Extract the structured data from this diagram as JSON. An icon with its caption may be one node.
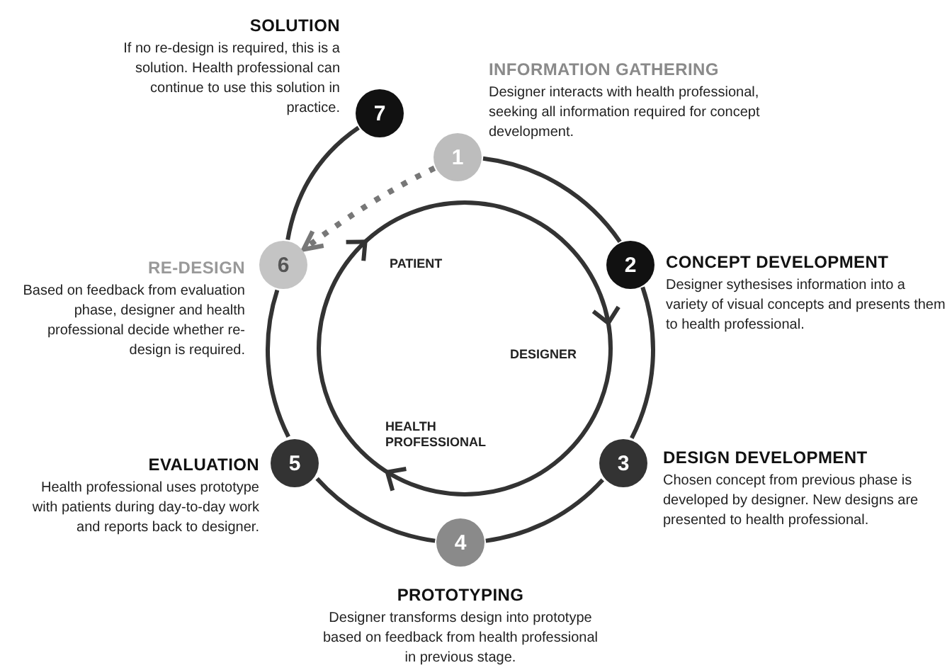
{
  "diagram": {
    "nodes": [
      {
        "text": [
          "1"
        ],
        "beside": [
          "INFORMATION GATHERING",
          "Designer interacts with health professional, seeking all information required for concept development."
        ]
      },
      {
        "text": [
          "2"
        ],
        "beside": [
          "CONCEPT DEVELOPMENT",
          "Designer sythesises information into a variety of visual concepts and presents them to health professional."
        ]
      },
      {
        "text": [
          "3"
        ],
        "beside": [
          "DESIGN DEVELOPMENT",
          "Chosen concept from previous phase is developed by designer. New designs are presented to health professional."
        ]
      },
      {
        "text": [
          "4"
        ],
        "beside": [
          "PROTOTYPING",
          "Designer transforms design into prototype based on feedback from health professional in previous stage."
        ]
      },
      {
        "text": [
          "5"
        ],
        "beside": [
          "EVALUATION",
          "Health professional uses prototype with patients during day-to-day work and reports back to designer."
        ]
      },
      {
        "text": [
          "6"
        ],
        "beside": [
          "RE-DESIGN",
          "Based on feedback from evaluation phase, designer and health professional decide whether re-design is required."
        ]
      },
      {
        "text": [
          "7"
        ],
        "beside": [
          "SOLUTION",
          "If no re-design is required, this is a solution. Health professional can continue to use this solution in practice."
        ]
      }
    ],
    "edges": [
      {
        "from": 0,
        "to": 1,
        "arrow": "none"
      },
      {
        "from": 1,
        "to": 2,
        "arrow": "none"
      },
      {
        "from": 2,
        "to": 3,
        "arrow": "none"
      },
      {
        "from": 3,
        "to": 4,
        "arrow": "none"
      },
      {
        "from": 4,
        "to": 5,
        "arrow": "none"
      },
      {
        "from": 5,
        "to": 6,
        "arrow": "none"
      },
      {
        "from": 0,
        "to": 5,
        "arrow": "to",
        "style": "dashed",
        "color": "#777777"
      }
    ],
    "labels": [
      "PATIENT",
      "DESIGNER",
      "HEALTH PROFESSIONAL"
    ]
  }
}
